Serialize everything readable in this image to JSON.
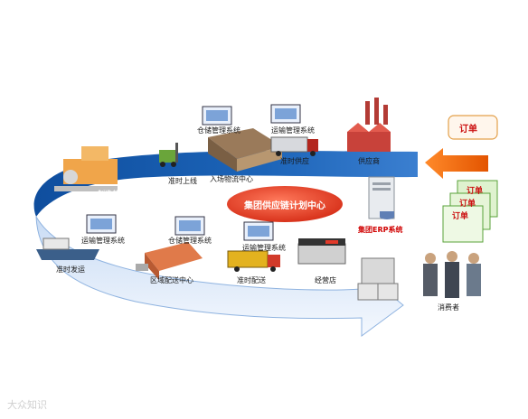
{
  "diagram": {
    "center": "集团供应链计划中心",
    "erp": "集团ERP系统",
    "order_main": "订单",
    "order_stack": [
      "订单",
      "订单",
      "订单"
    ],
    "nodes": {
      "manufacturing_base": "制造基地",
      "jit_production": "准时上线",
      "warehouse_system_top": "仓储管理系统",
      "inbound_logistics": "入场物流中心",
      "transport_system_top": "运输管理系统",
      "jit_supply": "准时供应",
      "supplier": "供应商",
      "transport_system_left": "运输管理系统",
      "warehouse_system_mid": "仓储管理系统",
      "transport_system_mid": "运输管理系统",
      "jit_shipping": "准时发运",
      "regional_dc": "区域配送中心",
      "jit_delivery": "准时配送",
      "dealer": "经营店",
      "consumer": "消费者"
    },
    "watermark": "大众知识"
  },
  "colors": {
    "arrow_dark": "#1c5fb0",
    "arrow_light": "#dbe9fa",
    "center_red": "#e8452e",
    "order_arrow": "#f06010"
  }
}
